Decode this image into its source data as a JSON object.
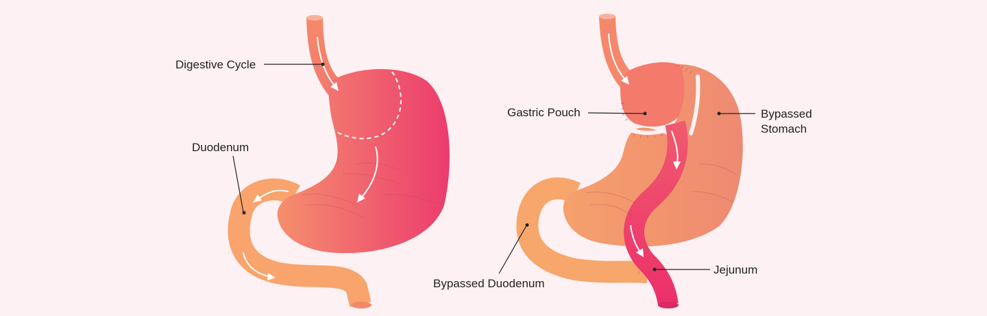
{
  "colors": {
    "background": "#fdf1f3",
    "stomach_light": "#f7a06c",
    "stomach_dark": "#ec3c6e",
    "bypassed_tint": "#f2967a",
    "jejunum": "#ee3f72",
    "label_text": "#1f1f1f",
    "arrow": "#ffffff"
  },
  "diagrams": {
    "normal": {
      "labels": {
        "digestive_cycle": "Digestive Cycle",
        "duodenum": "Duodenum"
      }
    },
    "bypass": {
      "labels": {
        "gastric_pouch": "Gastric Pouch",
        "bypassed_stomach_line1": "Bypassed",
        "bypassed_stomach_line2": "Stomach",
        "jejunum": "Jejunum",
        "bypassed_duodenum": "Bypassed Duodenum"
      }
    }
  },
  "icons": [
    "flow-arrow-icon",
    "label-pointer-dot-icon"
  ]
}
